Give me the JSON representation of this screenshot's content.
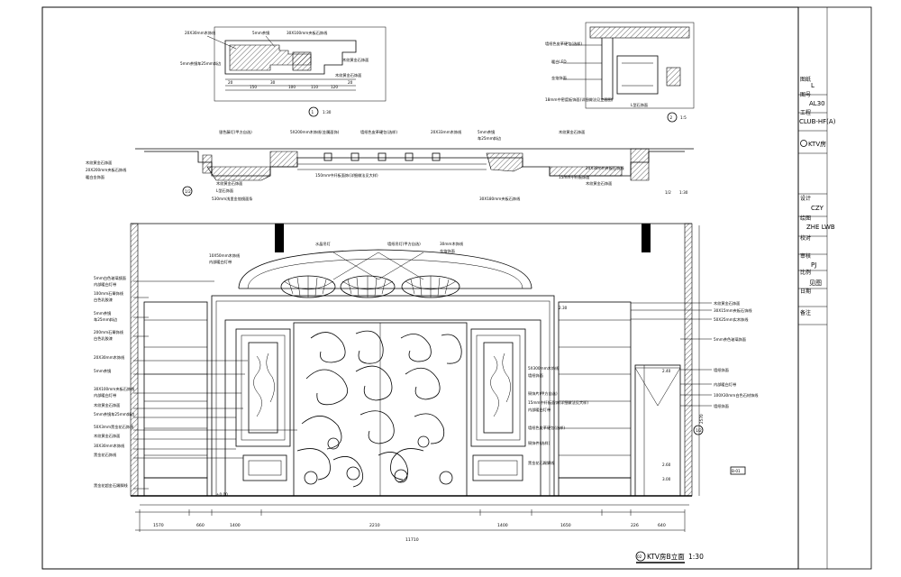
{
  "title_block": {
    "rows": [
      {
        "label": "图纸",
        "value": "L"
      },
      {
        "label": "图号",
        "value": "AL30"
      },
      {
        "label": "工程",
        "value": "CLUB-HF(A)"
      },
      {
        "label": "",
        "value": "KTV房"
      },
      {
        "label": "设计",
        "value": "CZY"
      },
      {
        "label": "绘图",
        "value": "ZHE LWB"
      },
      {
        "label": "校对",
        "value": ""
      },
      {
        "label": "审核",
        "value": "PJ"
      },
      {
        "label": "比例",
        "value": "见图"
      },
      {
        "label": "日期",
        "value": ""
      },
      {
        "label": "备注",
        "value": ""
      }
    ]
  },
  "details": {
    "detail_a": {
      "marker": "1",
      "scale": "1:30",
      "callouts": [
        "20X30mm木饰线",
        "5mm茶镜",
        "30X100mm夹板石饰线",
        "木纹黄金石饰面",
        "5mm茶镜车25mm斜边",
        "木纹黄金石饰面"
      ],
      "dims": [
        "20",
        "150",
        "30",
        "100",
        "110",
        "120",
        "20"
      ]
    },
    "detail_b": {
      "marker": "2",
      "scale": "1:5",
      "callouts": [
        "墙纸色皮革硬包(选样)",
        "暖白LED",
        "金箔饰面",
        "18mm中密度板饰面(详细做法见立面图)",
        "L型石饰面"
      ]
    }
  },
  "plan": {
    "marker": "1/2",
    "scale": "1:30",
    "callouts": [
      "银色藤灯(甲方自选)",
      "5X200mm木饰线(金属面饰)",
      "墙纸色皮革硬包(选样)",
      "20X33mm木饰线",
      "5mm茶镜",
      "车25mm斜边",
      "木纹黄金石饰面",
      "木纹黄金石饰面",
      "20X200mm夹板石饰线",
      "暖白金饰面",
      "木纹黄金石饰面",
      "L型石饰面",
      "150mm中纤板面饰(详细做法见大样)",
      "木纹黄金石饰面",
      "20X30mm夹板石饰线",
      "530mm浅里金箔镜面条",
      "30X180mm夹板石饰线",
      "15mm中纤板饰面"
    ]
  },
  "elevation": {
    "title": "KTV房B立面",
    "marker": "02",
    "scale": "1:30",
    "left_callouts": [
      "5mm白色玻璃镜面",
      "内部暖白灯带",
      "100mm石膏饰线",
      "白色乳胶漆",
      "5mm茶镜",
      "车25mm斜边",
      "200mm石膏饰线",
      "白色乳胶漆",
      "20X30mm木饰线",
      "5mm茶镜",
      "30X100mm夹板石饰线",
      "内部暖白灯带",
      "木纹黄金石饰面",
      "5mm茶镜车25mm斜边",
      "50X3mm黑金花石饰线",
      "木纹黄金石饰面",
      "30X30mm木饰线",
      "黑金花石饰线",
      "黑金花超金石踢脚线"
    ],
    "right_callouts": [
      "木纹黄金石饰面",
      "30X15mm夹板石饰线",
      "50X25mm实木饰线",
      "5mm茶色玻璃饰面",
      "墙纸饰面",
      "内部暖白灯带",
      "100X30mm白色石材饰线",
      "墙纸饰面",
      "5X300mm木饰线",
      "墙纸饰面",
      "15mm中纤板面饰(详细做法见大样)",
      "内部暖白灯带",
      "铜饰片(甲方自选)",
      "墙纸色皮革硬包(选样)",
      "铜饰件(选样)",
      "黑金花石踢脚线"
    ],
    "top_callouts": [
      "10X50mm木饰线",
      "内部暖白灯带",
      "水晶吊灯",
      "墙纸吊灯(甲方自选)",
      "30mm木饰线",
      "金箔饰面"
    ],
    "level_marks": [
      "2.30",
      "2.40",
      "2.60",
      "±0.00",
      "3.00"
    ],
    "dims": [
      "1570",
      "660",
      "1400",
      "2210",
      "1400",
      "1650",
      "226",
      "640"
    ],
    "total_dim": "11710",
    "height_dim": "2570",
    "section_marker": "1/2",
    "ref_marker": "B-01"
  }
}
